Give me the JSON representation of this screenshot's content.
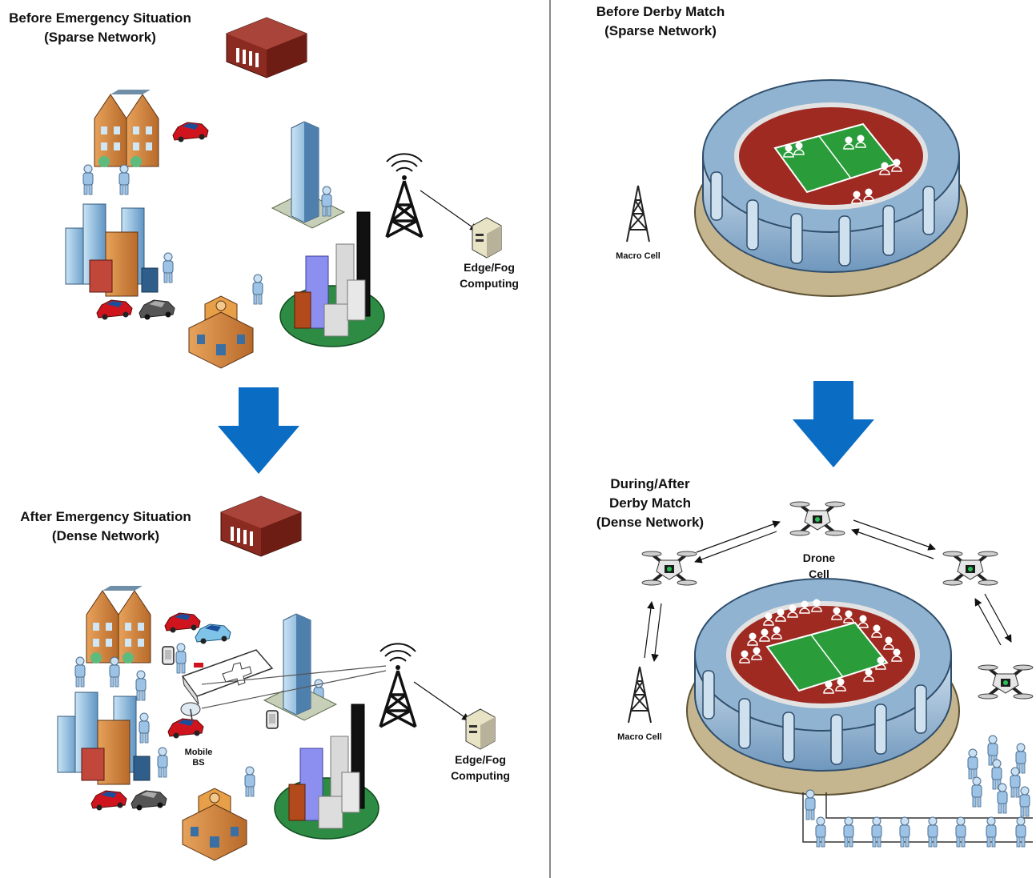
{
  "left": {
    "before_title_1": "Before Emergency Situation",
    "before_title_2": "(Sparse Network)",
    "after_title_1": "After Emergency Situation",
    "after_title_2": "(Dense Network)",
    "edge_label_1": "Edge/Fog",
    "edge_label_2": "Computing",
    "edge_label_b1": "Edge/Fog",
    "edge_label_b2": "Computing",
    "mobile_bs_1": "Mobile",
    "mobile_bs_2": "BS"
  },
  "right": {
    "before_title_1": "Before Derby Match",
    "before_title_2": "(Sparse Network)",
    "after_title_1": "During/After",
    "after_title_2": "Derby Match",
    "after_title_3": "(Dense Network)",
    "macro_cell_top": "Macro Cell",
    "macro_cell_bottom": "Macro Cell",
    "drone_label_1": "Drone",
    "drone_label_2": "Cell"
  },
  "colors": {
    "arrow_blue": "#0b6cc4",
    "field_green": "#2a9d3a",
    "stadium_blue": "#8fb3d1",
    "stand_red": "#9e2a22",
    "person_blue": "#9cc3e6",
    "car_red": "#d0141e"
  }
}
